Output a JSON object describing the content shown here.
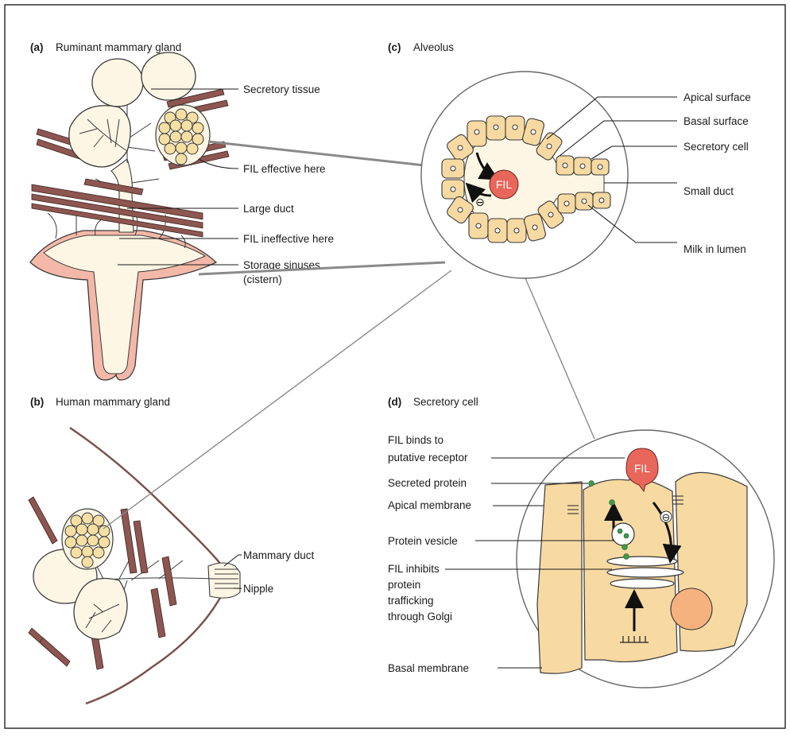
{
  "panels": {
    "a": {
      "letter": "(a)",
      "title": "Ruminant mammary gland"
    },
    "b": {
      "letter": "(b)",
      "title": "Human mammary gland"
    },
    "c": {
      "letter": "(c)",
      "title": "Alveolus"
    },
    "d": {
      "letter": "(d)",
      "title": "Secretory cell"
    }
  },
  "labels_a": {
    "secretory_tissue": "Secretory tissue",
    "fil_effective": "FIL effective here",
    "large_duct": "Large duct",
    "fil_ineffective": "FIL ineffective here",
    "storage_line1": "Storage sinuses",
    "storage_line2": "(cistern)"
  },
  "labels_b": {
    "mammary_duct": "Mammary duct",
    "nipple": "Nipple"
  },
  "labels_c": {
    "apical_surface": "Apical surface",
    "basal_surface": "Basal surface",
    "secretory_cell": "Secretory cell",
    "small_duct": "Small duct",
    "milk_in_lumen": "Milk in lumen",
    "fil_badge": "FIL",
    "inhibit_symbol": "⊖"
  },
  "labels_d": {
    "fil_binds_line1": "FIL binds to",
    "fil_binds_line2": "putative receptor",
    "secreted_protein": "Secreted protein",
    "apical_membrane": "Apical membrane",
    "protein_vesicle": "Protein vesicle",
    "fil_inhibits_line1": "FIL inhibits",
    "fil_inhibits_line2": "protein",
    "fil_inhibits_line3": "trafficking",
    "fil_inhibits_line4": "through Golgi",
    "basal_membrane": "Basal membrane",
    "fil_badge": "FIL",
    "inhibit_symbol": "⊖"
  },
  "colors": {
    "fil_red": "#e8665a",
    "cell_tan": "#f7d9a2",
    "muscle_brown": "#8e5650",
    "cistern_pink": "#f4b8a8",
    "nucleus_orange": "#f6b27e",
    "vesicle_green": "#3f9a4a"
  }
}
